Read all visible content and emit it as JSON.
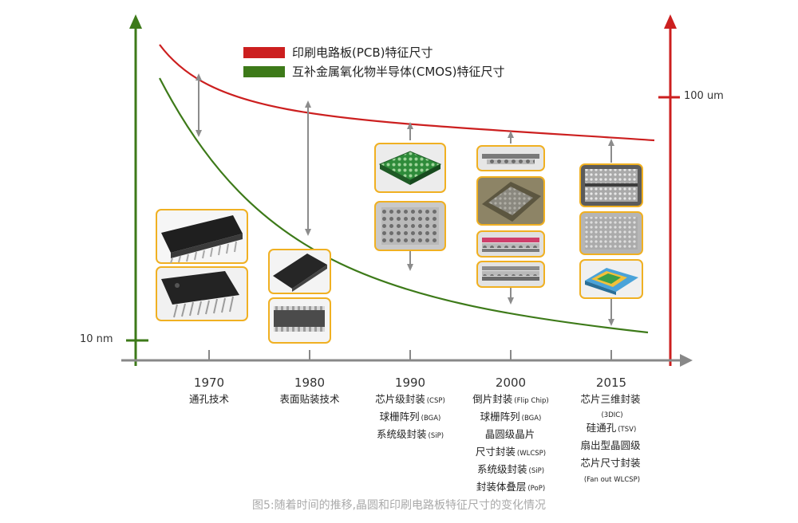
{
  "legend": [
    {
      "label": "印刷电路板(PCB)特征尺寸",
      "color": "#cc1f1f"
    },
    {
      "label": "互补金属氧化物半导体(CMOS)特征尺寸",
      "color": "#3d7a19"
    }
  ],
  "axes": {
    "left_label": "10 nm",
    "right_label": "100 um",
    "left_color": "#3d7a19",
    "right_color": "#cc1f1f",
    "x_color": "#888888"
  },
  "eras": [
    {
      "year": "1970",
      "techs": [
        {
          "text": "通孔技术",
          "small": ""
        }
      ]
    },
    {
      "year": "1980",
      "techs": [
        {
          "text": "表面贴装技术",
          "small": ""
        }
      ]
    },
    {
      "year": "1990",
      "techs": [
        {
          "text": "芯片级封装",
          "small": "(CSP)"
        },
        {
          "text": "球栅阵列",
          "small": "(BGA)"
        },
        {
          "text": "系统级封装",
          "small": "(SiP)"
        }
      ]
    },
    {
      "year": "2000",
      "techs": [
        {
          "text": "倒片封装",
          "small": "(Flip Chip)"
        },
        {
          "text": "球栅阵列",
          "small": "(BGA)"
        },
        {
          "text": "晶圆级晶片",
          "small": ""
        },
        {
          "text": "尺寸封装",
          "small": "(WLCSP)"
        },
        {
          "text": "系统级封装",
          "small": "(SiP)"
        },
        {
          "text": "封装体叠层",
          "small": "(PoP)"
        }
      ]
    },
    {
      "year": "2015",
      "techs": [
        {
          "text": "芯片三维封装",
          "small": ""
        },
        {
          "text": "",
          "small": "(3DIC)"
        },
        {
          "text": "硅通孔",
          "small": "(TSV)"
        },
        {
          "text": "扇出型晶圆级",
          "small": ""
        },
        {
          "text": "芯片尺寸封装",
          "small": ""
        },
        {
          "text": "",
          "small": "(Fan out WLCSP)"
        }
      ]
    }
  ],
  "caption": "图5:随着时间的推移,晶圆和印刷电路板特征尺寸的变化情况",
  "accent": "#f0b022"
}
